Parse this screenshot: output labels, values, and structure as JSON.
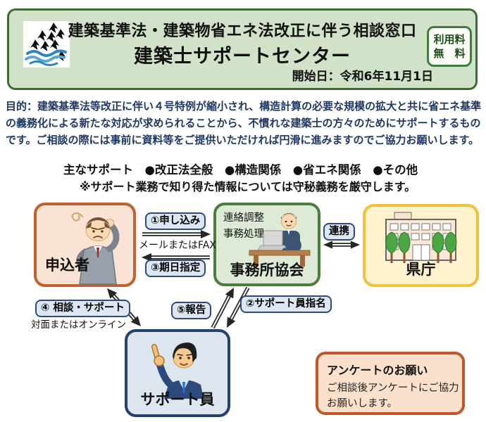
{
  "header": {
    "title_line1": "建築基準法・建築物省エネ法改正に伴う相談窓口",
    "title_line2": "建築士サポートセンター",
    "start_date": "開始日：令和6年11月1日",
    "fee_badge": {
      "line1": "利用料",
      "line2": "無　料"
    },
    "logo": "birds-over-waves-logo",
    "colors": {
      "background": "#d2e2c9",
      "border": "#3c6e34",
      "badge_border": "#3f7d44"
    }
  },
  "purpose": {
    "color": "#1f3864",
    "lines": [
      "目的：建築基準法等改正に伴い４号特例が縮小され、構造計算の必要な規模の拡大と共に省エネ基準",
      "の義務化による新たな対応が求められることから、不慣れな建築士の方々のためにサポートするもの",
      "です。ご相談の際には事前に資料等をご提供いただければ円滑に進みますのでご協力お願いします。"
    ]
  },
  "support_summary": {
    "line1": "主なサポート　●改正法全般　●構造関係　●省エネ関係　●その他",
    "line2": "※サポート業務で知り得た情報については守秘義務を厳守します。"
  },
  "diagram": {
    "applicant": {
      "label": "申込者",
      "background": "#fae3d4",
      "border": "#c0622f",
      "illustration": "worried-architect"
    },
    "association": {
      "label": "事務所協会",
      "notes": [
        "連絡調整",
        "事務処理"
      ],
      "background": "#dcead6",
      "border": "#4e7d3e",
      "illustration": "clerk-at-laptop-desk"
    },
    "prefecture": {
      "label": "県庁",
      "background": "#fff2cc",
      "border": "#f0c23c",
      "illustration": "government-building-with-trees"
    },
    "supporter": {
      "label": "サポート員",
      "background": "#dde5ef",
      "border": "#24406e",
      "illustration": "pointing-support-staff"
    },
    "labels": {
      "step1": "①申し込み",
      "step1_sub": "メールまたはFAX",
      "step2": "②サポート員指名",
      "step3": "③期日指定",
      "step4": "④ 相談・サポート",
      "step4_sub": "対面またはオンライン",
      "step5": "⑤報告",
      "cooperation": "連携"
    },
    "chip_style": {
      "background": "#dce7f3",
      "border": "#2e4b78"
    }
  },
  "survey": {
    "title": "アンケートのお願い",
    "body_lines": [
      "ご相談後アンケートにご協力",
      "お願いします。"
    ],
    "background": "#fbe0cc",
    "border": "#c0572a"
  }
}
